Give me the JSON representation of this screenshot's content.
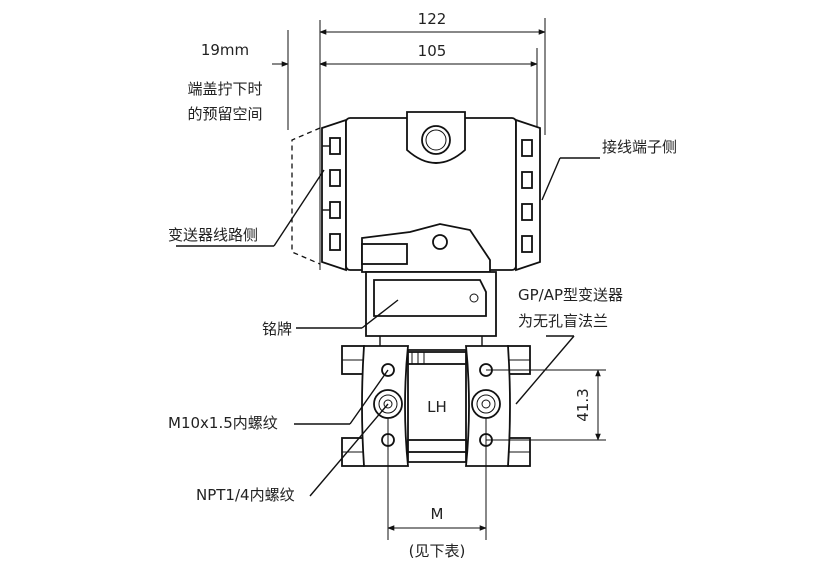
{
  "dimensions": {
    "width_total": "122",
    "width_body": "105",
    "cap_clearance_line1": "19mm",
    "cap_clearance_line2": "端盖拧下时",
    "cap_clearance_line3": "的预留空间",
    "height_flange": "41.3",
    "center_distance": "M",
    "center_distance_note": "(见下表)"
  },
  "labels": {
    "terminal_side": "接线端子侧",
    "transmitter_circuit_side": "变送器线路侧",
    "nameplate": "铭牌",
    "gp_ap_line1": "GP/AP型变送器",
    "gp_ap_line2": "为无孔盲法兰",
    "m10_thread": "M10x1.5内螺纹",
    "npt_thread": "NPT1/4内螺纹",
    "lh_mark": "LH"
  }
}
